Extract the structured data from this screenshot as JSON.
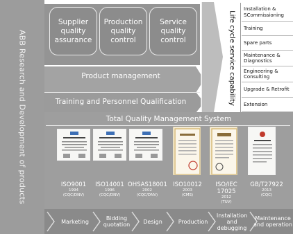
{
  "side_title": "ABB Research and Development of products",
  "quality_boxes": [
    {
      "label": "Supplier quality assurance"
    },
    {
      "label": "Production quality control"
    },
    {
      "label": "Service quality control"
    }
  ],
  "bars": {
    "product_management": "Product management",
    "training": "Training and Personnel Qualification"
  },
  "lifecycle_label": "Life cycle service capability",
  "services": [
    "Installation & SCommissioning",
    "Training",
    "Spare parts",
    "Maintenance & Diagnostics",
    "Engineering & Consulting",
    "Upgrade & Retrofit",
    "Extension"
  ],
  "tqms_title": "Total Quality Management System",
  "certificates": [
    {
      "name": "ISO9001",
      "year": "1994",
      "body": "(CQC/DNV)"
    },
    {
      "name": "ISO14001",
      "year": "1996",
      "body": "(CQC/DNV)"
    },
    {
      "name": "OHSAS18001",
      "year": "2002",
      "body": "(CQC/DNV)"
    },
    {
      "name": "ISO10012",
      "year": "2003",
      "body": "(CMS)"
    },
    {
      "name": "ISO/IEC 17025",
      "year": "2012",
      "body": "(TUV)"
    },
    {
      "name": "GB/T27922",
      "year": "2013",
      "body": "(CQC)"
    }
  ],
  "process_steps": [
    "Marketing",
    "Bidding quotation",
    "Design",
    "Production",
    "Installation and debugging",
    "Maintenance and operation"
  ],
  "colors": {
    "panel": "#9e9e9e",
    "dark_panel": "#8a8a8a",
    "text_light": "#ffffff",
    "text_dark": "#111111"
  }
}
